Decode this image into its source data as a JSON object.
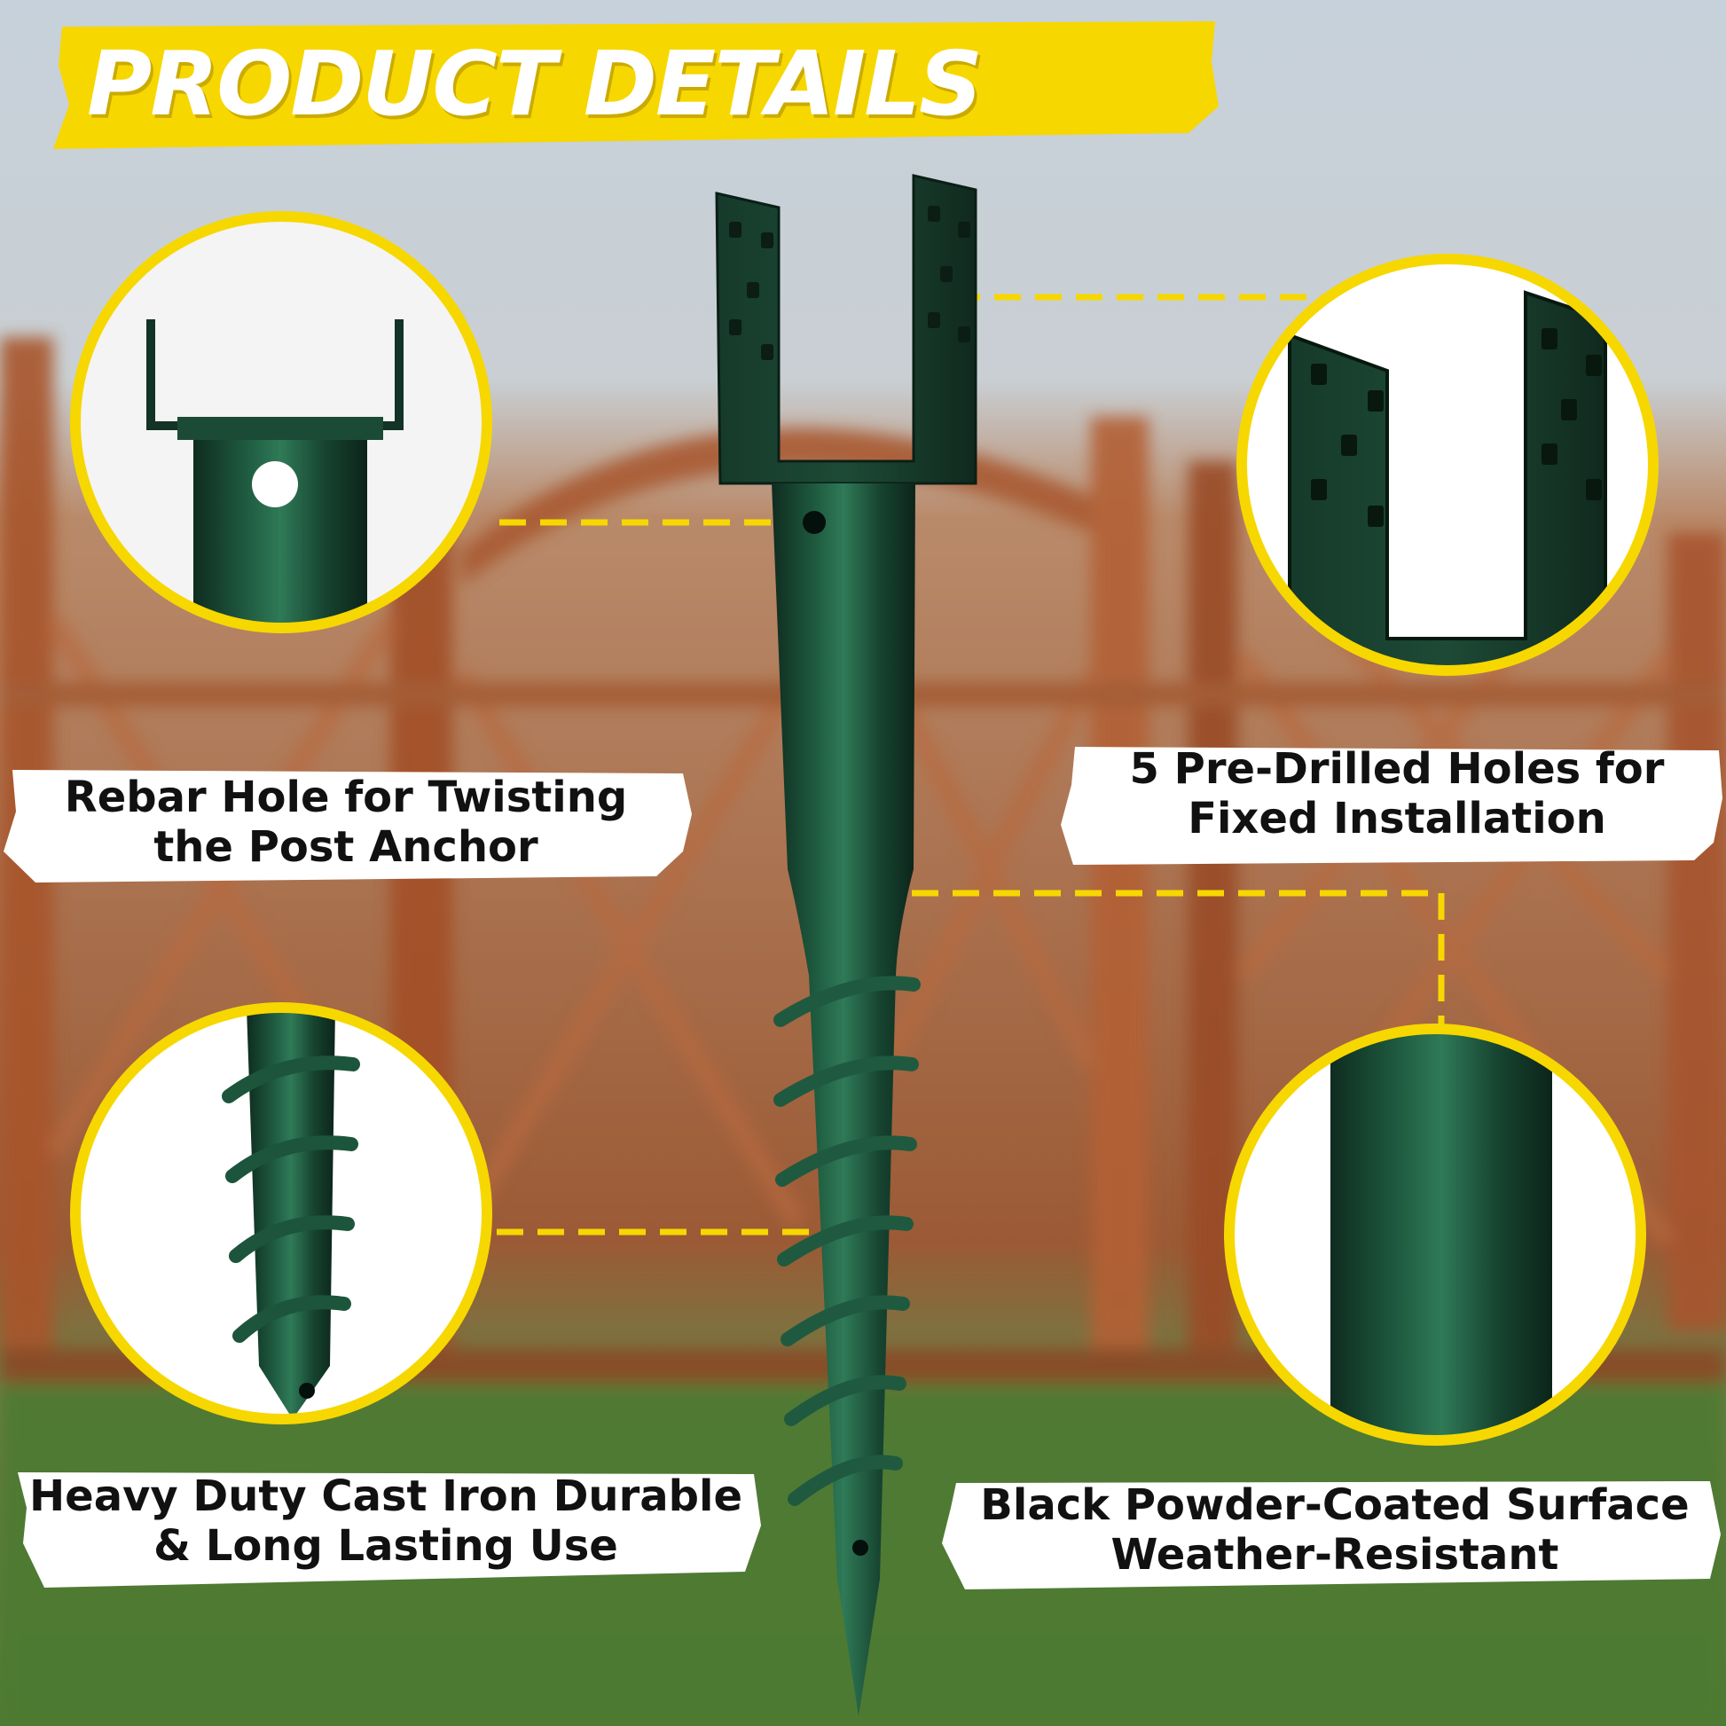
{
  "header": {
    "title": "PRODUCT DETAILS"
  },
  "callouts": [
    {
      "line1": "Rebar Hole for Twisting",
      "line2": "the Post Anchor"
    },
    {
      "line1": "5 Pre-Drilled Holes for",
      "line2": "Fixed Installation"
    },
    {
      "line1": "Heavy Duty Cast Iron Durable",
      "line2": "& Long Lasting Use"
    },
    {
      "line1": "Black Powder-Coated Surface",
      "line2": "Weather-Resistant"
    }
  ],
  "colors": {
    "accent_yellow": "#F7D700",
    "anchor_green": "#17402f",
    "fence_wood": "#b0643a",
    "sky": "#c9d3dd",
    "grass": "#5f8a3a"
  }
}
